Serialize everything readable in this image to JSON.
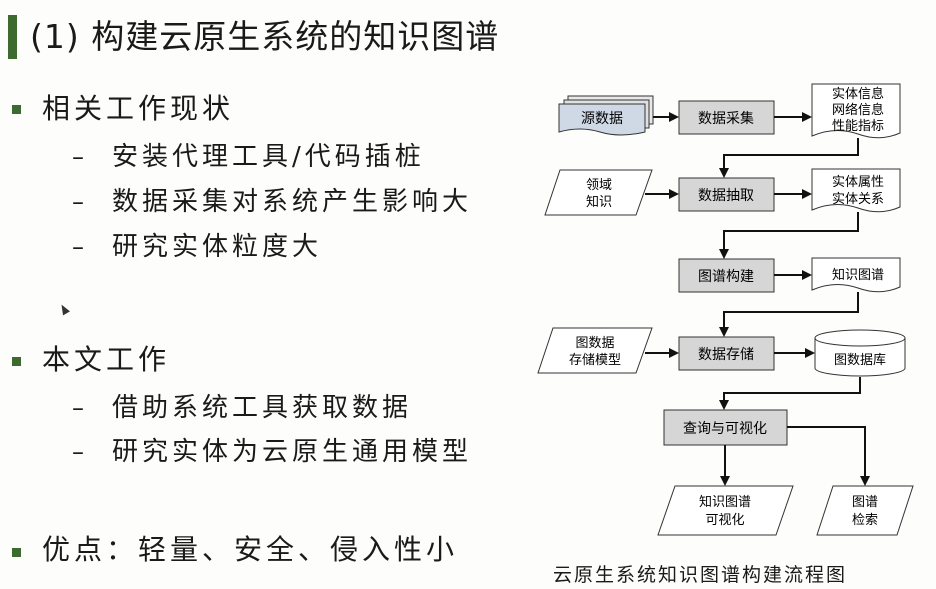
{
  "title": "(1) 构建云原生系统的知识图谱",
  "sections": [
    {
      "heading": "相关工作现状",
      "items": [
        "安装代理工具/代码插桩",
        "数据采集对系统产生影响大",
        "研究实体粒度大"
      ]
    },
    {
      "heading": "本文工作",
      "items": [
        "借助系统工具获取数据",
        "研究实体为云原生通用模型"
      ]
    },
    {
      "heading": "优点：轻量、安全、侵入性小",
      "items": []
    }
  ],
  "flow": {
    "source": "源数据",
    "collect": "数据采集",
    "collect_out": [
      "实体信息",
      "网络信息",
      "性能指标"
    ],
    "domain_in": [
      "领域",
      "知识"
    ],
    "extract": "数据抽取",
    "extract_out": [
      "实体属性",
      "实体关系"
    ],
    "build": "图谱构建",
    "build_out": "知识图谱",
    "model_in": [
      "图数据",
      "存储模型"
    ],
    "store": "数据存储",
    "db": "图数据库",
    "query": "查询与可视化",
    "out_vis": [
      "知识图谱",
      "可视化"
    ],
    "out_search": [
      "图谱",
      "检索"
    ]
  },
  "caption": "云原生系统知识图谱构建流程图"
}
